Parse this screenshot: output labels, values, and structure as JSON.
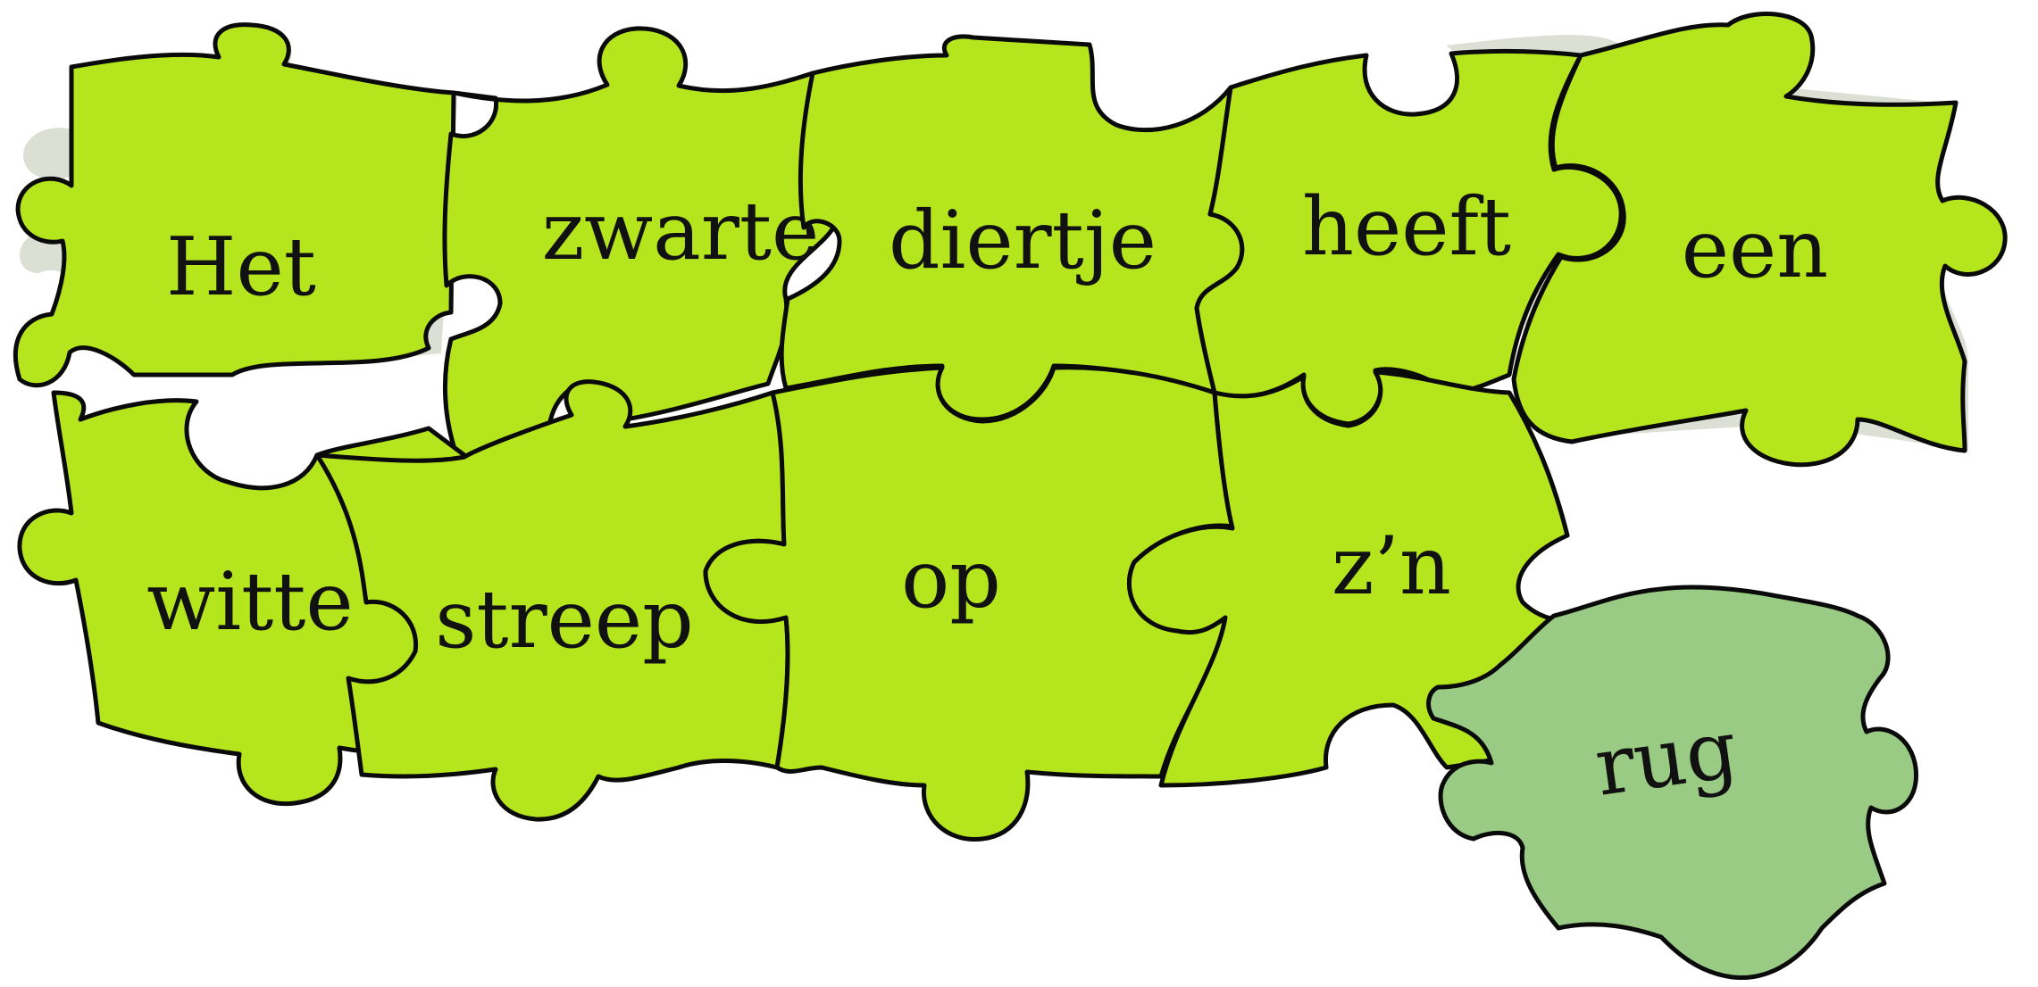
{
  "puzzle": {
    "colors": {
      "placed_piece": "#b5e61d",
      "loose_piece": "#9acb84",
      "outline": "#0a0a0a",
      "text": "#111111"
    },
    "pieces": [
      {
        "id": "het",
        "word": "Het",
        "state": "placed"
      },
      {
        "id": "zwarte",
        "word": "zwarte",
        "state": "placed"
      },
      {
        "id": "diertje",
        "word": "diertje",
        "state": "placed"
      },
      {
        "id": "heeft",
        "word": "heeft",
        "state": "placed"
      },
      {
        "id": "een",
        "word": "een",
        "state": "placed"
      },
      {
        "id": "witte",
        "word": "witte",
        "state": "placed"
      },
      {
        "id": "streep",
        "word": "streep",
        "state": "placed"
      },
      {
        "id": "op",
        "word": "op",
        "state": "placed"
      },
      {
        "id": "zn",
        "word": "z’n",
        "state": "placed"
      },
      {
        "id": "rug",
        "word": "rug",
        "state": "loose"
      }
    ]
  }
}
